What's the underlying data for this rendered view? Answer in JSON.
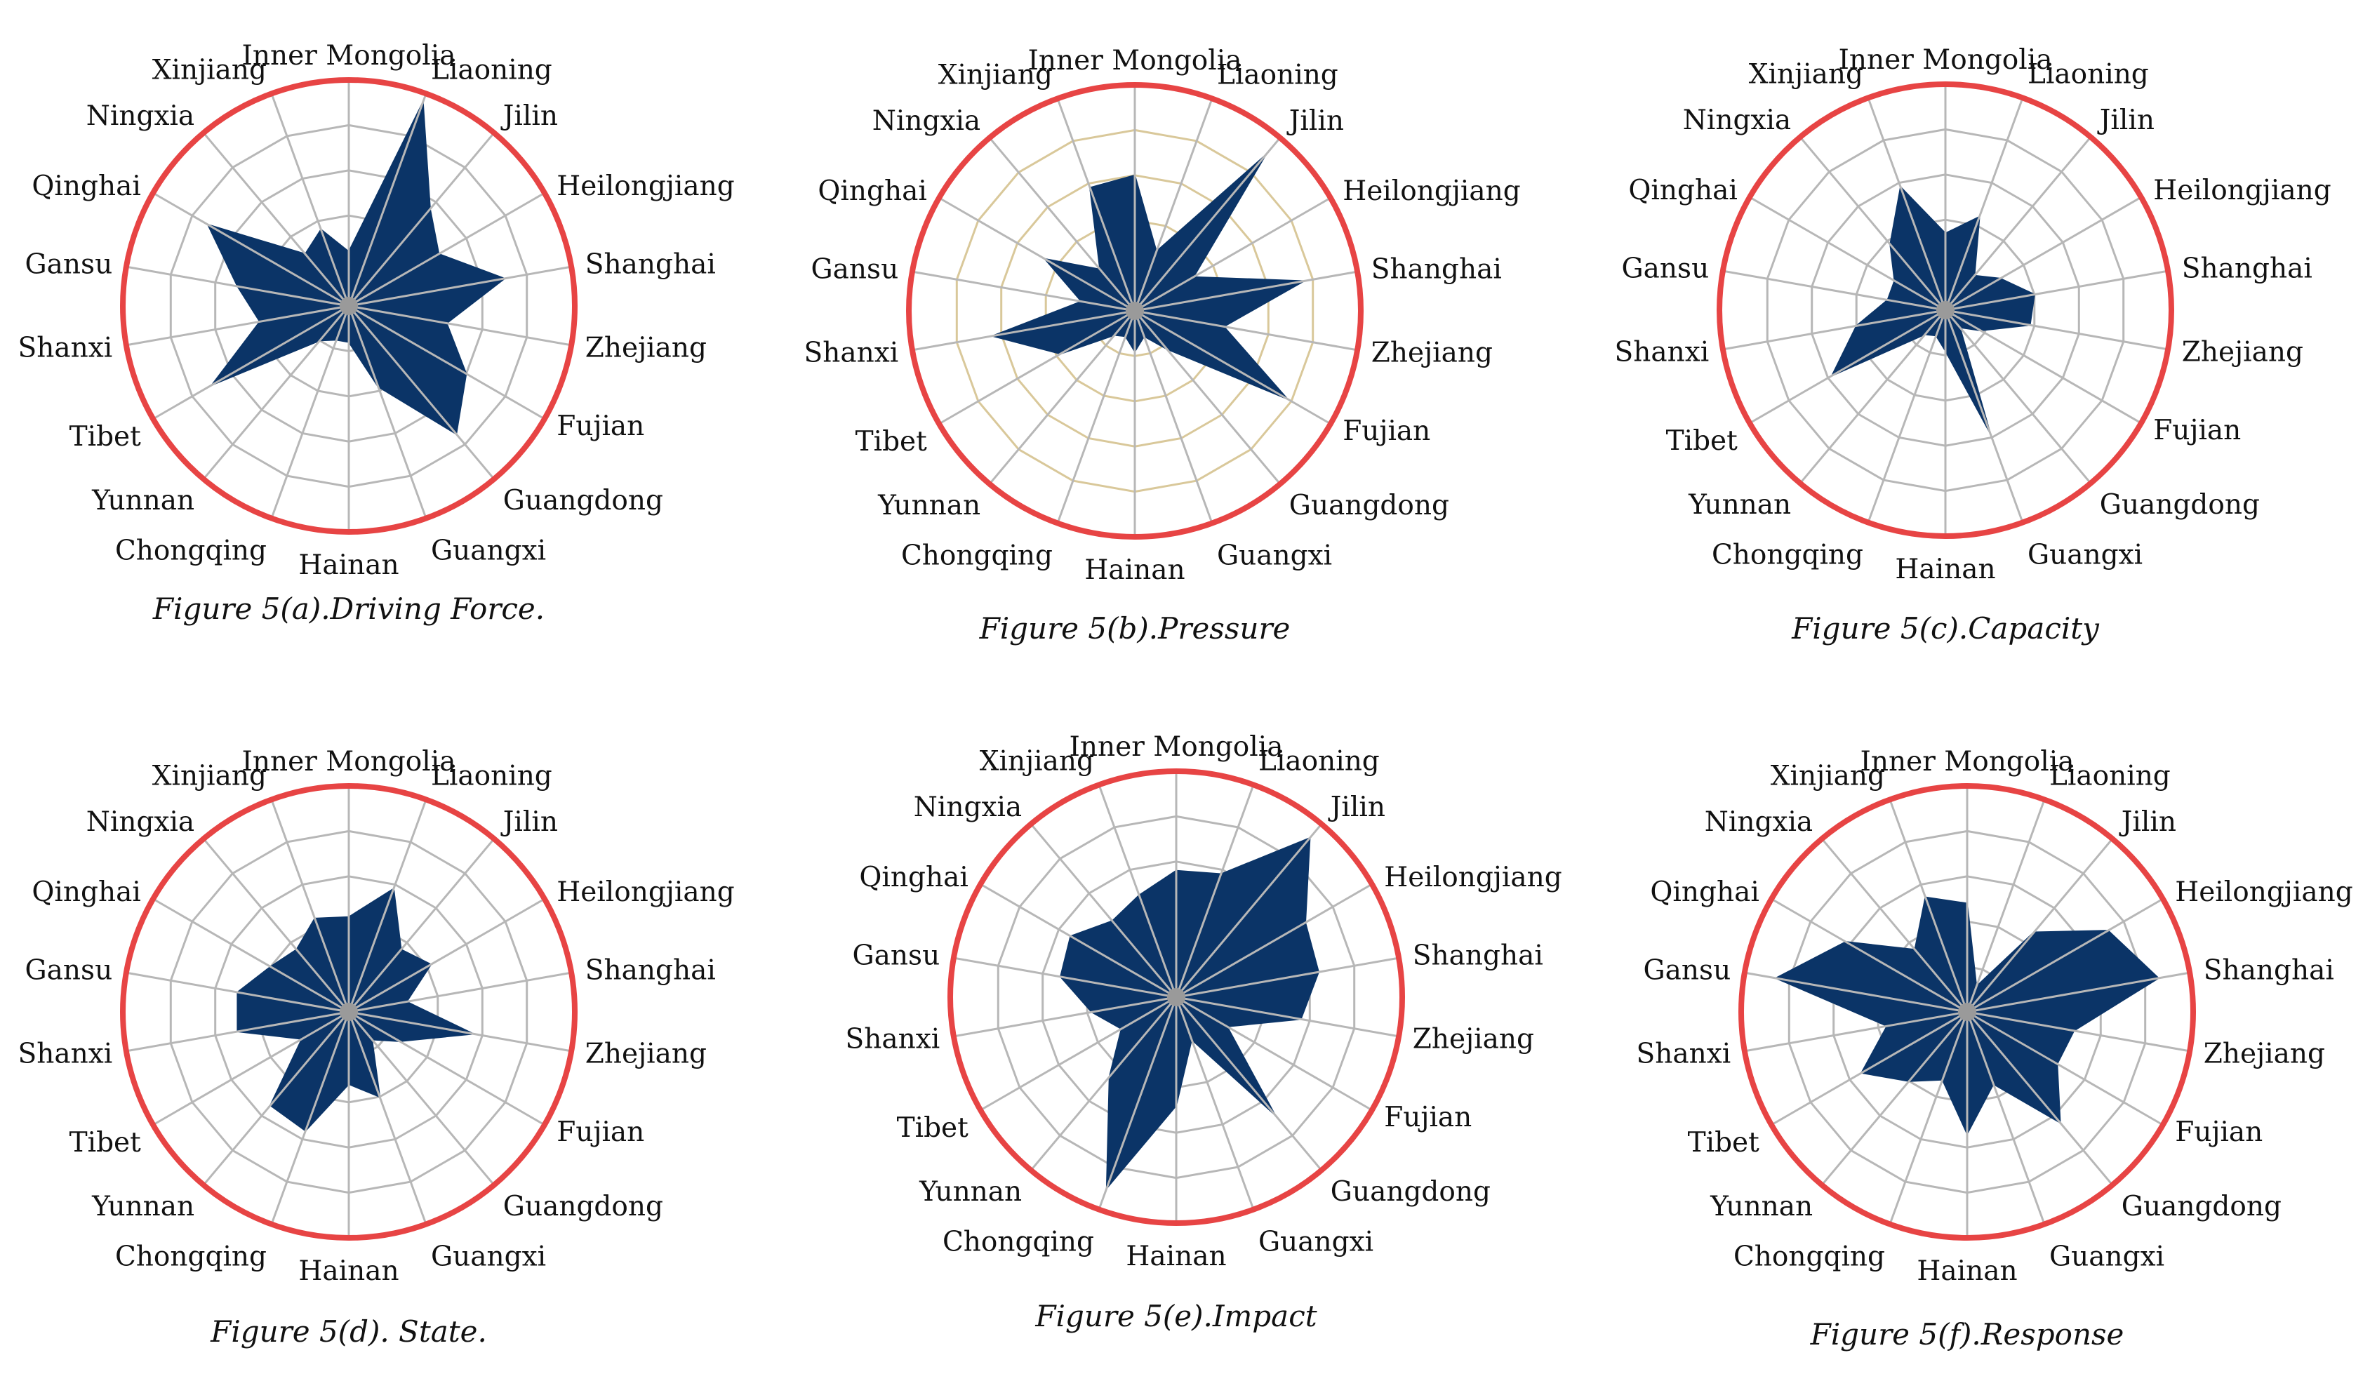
{
  "colors": {
    "fill": "#0b3467",
    "outer_ring": "#e74444",
    "grid": "#b7b7b7",
    "grid_tan": "#d9c89a",
    "spokes": "#b7b7b7",
    "center": "#9a9a9a"
  },
  "chart_data": [
    {
      "type": "radar",
      "caption": "Figure 5(a).Driving Force.",
      "grid_style": "gray",
      "rlim": [
        0,
        5
      ],
      "rings": 5,
      "categories": [
        "Inner Mongolia",
        "Liaoning",
        "Jilin",
        "Heilongjiang",
        "Shanghai",
        "Zhejiang",
        "Fujian",
        "Guangdong",
        "Guangxi",
        "Hainan",
        "Chongqing",
        "Yunnan",
        "Tibet",
        "Shanxi",
        "Gansu",
        "Qinghai",
        "Ningxia",
        "Xinjiang"
      ],
      "values": [
        1.2,
        4.8,
        2.8,
        2.3,
        3.5,
        2.2,
        3.0,
        3.7,
        1.9,
        0.8,
        0.8,
        1.0,
        3.5,
        2.0,
        2.5,
        3.6,
        1.5,
        1.8
      ]
    },
    {
      "type": "radar",
      "caption": "Figure 5(b).Pressure",
      "grid_style": "tan",
      "rlim": [
        0,
        5
      ],
      "rings": 5,
      "categories": [
        "Inner Mongolia",
        "Liaoning",
        "Jilin",
        "Heilongjiang",
        "Shanghai",
        "Zhejiang",
        "Fujian",
        "Guangdong",
        "Guangxi",
        "Hainan",
        "Chongqing",
        "Yunnan",
        "Tibet",
        "Shanxi",
        "Gansu",
        "Qinghai",
        "Ningxia",
        "Xinjiang"
      ],
      "values": [
        3.0,
        1.4,
        4.5,
        1.5,
        3.8,
        2.0,
        3.9,
        1.1,
        0.6,
        0.9,
        0.6,
        0.7,
        1.9,
        3.2,
        1.2,
        2.3,
        1.2,
        2.9
      ]
    },
    {
      "type": "radar",
      "caption": "Figure 5(c).Capacity",
      "grid_style": "gray",
      "rlim": [
        0,
        5
      ],
      "rings": 5,
      "categories": [
        "Inner Mongolia",
        "Liaoning",
        "Jilin",
        "Heilongjiang",
        "Shanghai",
        "Zhejiang",
        "Fujian",
        "Guangdong",
        "Guangxi",
        "Hainan",
        "Chongqing",
        "Yunnan",
        "Tibet",
        "Shanxi",
        "Gansu",
        "Qinghai",
        "Ningxia",
        "Xinjiang"
      ],
      "values": [
        1.7,
        2.2,
        1.0,
        1.4,
        2.0,
        1.9,
        0.9,
        0.5,
        2.9,
        0.9,
        0.6,
        0.7,
        2.9,
        2.0,
        1.3,
        1.3,
        1.9,
        2.9
      ]
    },
    {
      "type": "radar",
      "caption": "Figure 5(d). State.",
      "grid_style": "gray",
      "rlim": [
        0,
        5
      ],
      "rings": 5,
      "categories": [
        "Inner Mongolia",
        "Liaoning",
        "Jilin",
        "Heilongjiang",
        "Shanghai",
        "Zhejiang",
        "Fujian",
        "Guangdong",
        "Guangxi",
        "Hainan",
        "Chongqing",
        "Yunnan",
        "Tibet",
        "Shanxi",
        "Gansu",
        "Qinghai",
        "Ningxia",
        "Xinjiang"
      ],
      "values": [
        2.1,
        2.9,
        1.8,
        2.1,
        1.3,
        2.8,
        1.3,
        0.8,
        2.0,
        1.6,
        2.8,
        2.7,
        1.2,
        2.5,
        2.5,
        2.0,
        1.8,
        2.2
      ]
    },
    {
      "type": "radar",
      "caption": "Figure 5(e).Impact",
      "grid_style": "gray",
      "rlim": [
        0,
        5
      ],
      "rings": 5,
      "categories": [
        "Inner Mongolia",
        "Liaoning",
        "Jilin",
        "Heilongjiang",
        "Shanghai",
        "Zhejiang",
        "Fujian",
        "Guangdong",
        "Guangxi",
        "Hainan",
        "Chongqing",
        "Yunnan",
        "Tibet",
        "Shanxi",
        "Gansu",
        "Qinghai",
        "Ningxia",
        "Xinjiang"
      ],
      "values": [
        2.8,
        2.9,
        4.6,
        3.3,
        3.2,
        2.8,
        1.3,
        3.4,
        1.0,
        2.4,
        4.5,
        2.3,
        1.4,
        1.9,
        2.6,
        2.7,
        2.2,
        2.4
      ]
    },
    {
      "type": "radar",
      "caption": "Figure 5(f).Response",
      "grid_style": "gray",
      "rlim": [
        0,
        5
      ],
      "rings": 5,
      "categories": [
        "Inner Mongolia",
        "Liaoning",
        "Jilin",
        "Heilongjiang",
        "Shanghai",
        "Zhejiang",
        "Fujian",
        "Guangdong",
        "Guangxi",
        "Hainan",
        "Chongqing",
        "Yunnan",
        "Tibet",
        "Shanxi",
        "Gansu",
        "Qinghai",
        "Ningxia",
        "Xinjiang"
      ],
      "values": [
        2.4,
        0.6,
        2.3,
        3.6,
        4.3,
        2.4,
        2.3,
        3.2,
        1.7,
        2.7,
        1.6,
        2.0,
        2.7,
        1.8,
        4.3,
        3.1,
        1.8,
        2.7
      ]
    }
  ]
}
